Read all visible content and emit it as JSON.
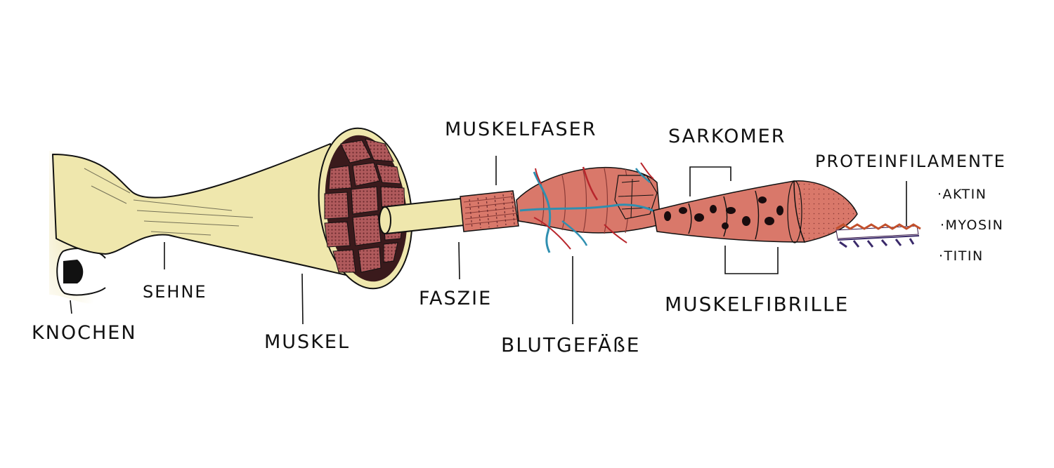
{
  "labels": {
    "knochen": "KNOCHEN",
    "sehne": "SEHNE",
    "muskel": "MUSKEL",
    "faszie": "FASZIE",
    "muskelfaser": "MUSKELFASER",
    "blutgefaesse": "BLUTGEFÄßE",
    "sarkomer": "SARKOMER",
    "muskelfibrille": "MUSKELFIBRILLE",
    "proteinfilamente": "PROTEINFILAMENTE"
  },
  "proteins": [
    {
      "label": "·AKTIN"
    },
    {
      "label": "·MYOSIN"
    },
    {
      "label": "·TITIN"
    }
  ],
  "colors": {
    "tendon": "#efe7ad",
    "muscle": "#d9786a",
    "muscle_dark": "#b6504a",
    "vessel_blue": "#2f8fb0",
    "vessel_red": "#b8262c",
    "ink": "#111111"
  }
}
